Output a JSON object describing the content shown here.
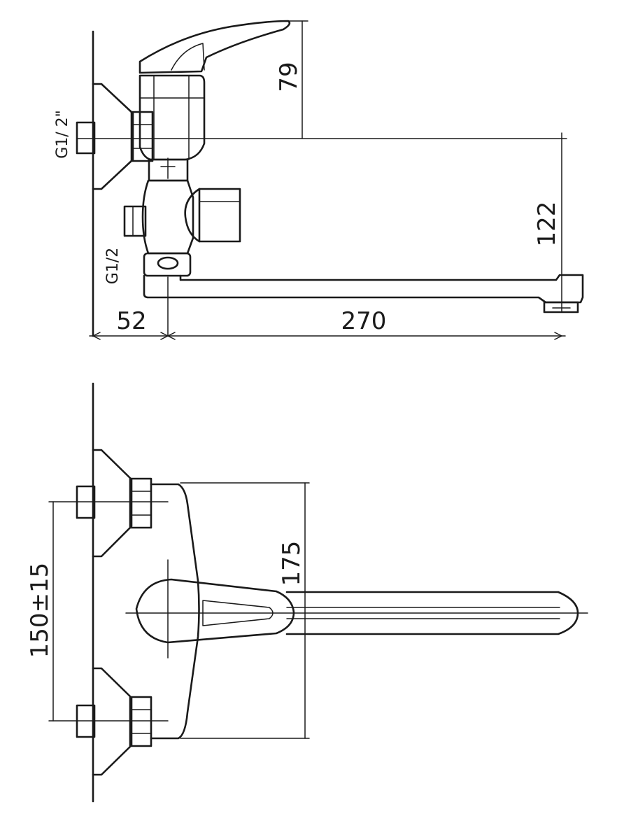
{
  "dimensions": {
    "handle_height": "79",
    "outlet_height": "122",
    "inlet_offset": "52",
    "spout_length": "270",
    "body_height": "175",
    "inlet_spacing": "150±15"
  },
  "thread_labels": {
    "inlet": "G1/ 2\"",
    "diverter_outlet": "G1/2"
  },
  "colors": {
    "line": "#1a1a1a",
    "background": "#ffffff"
  }
}
